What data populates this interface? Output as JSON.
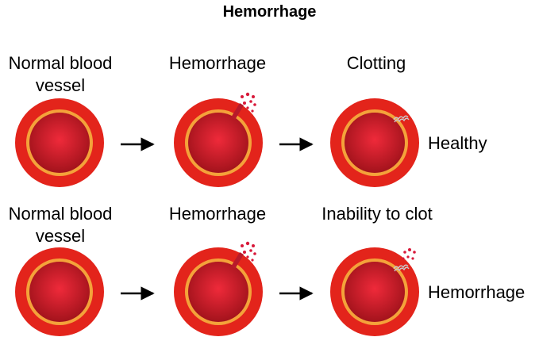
{
  "title": "Hemorrhage",
  "rows": [
    {
      "stages": [
        {
          "label_line1": "Normal blood",
          "label_line2": "vessel"
        },
        {
          "label_line1": "Hemorrhage",
          "label_line2": ""
        },
        {
          "label_line1": "Clotting",
          "label_line2": ""
        }
      ],
      "outcome": "Healthy"
    },
    {
      "stages": [
        {
          "label_line1": "Normal blood",
          "label_line2": "vessel"
        },
        {
          "label_line1": "Hemorrhage",
          "label_line2": ""
        },
        {
          "label_line1": "Inability to clot",
          "label_line2": ""
        }
      ],
      "outcome": "Hemorrhage"
    }
  ],
  "colors": {
    "vessel_outer": "#e3241b",
    "vessel_ring": "#f4a23a",
    "lumen_center": "#ef2a3a",
    "lumen_edge": "#a3131c",
    "blood_drop": "#d8193a",
    "arrow": "#000000"
  }
}
